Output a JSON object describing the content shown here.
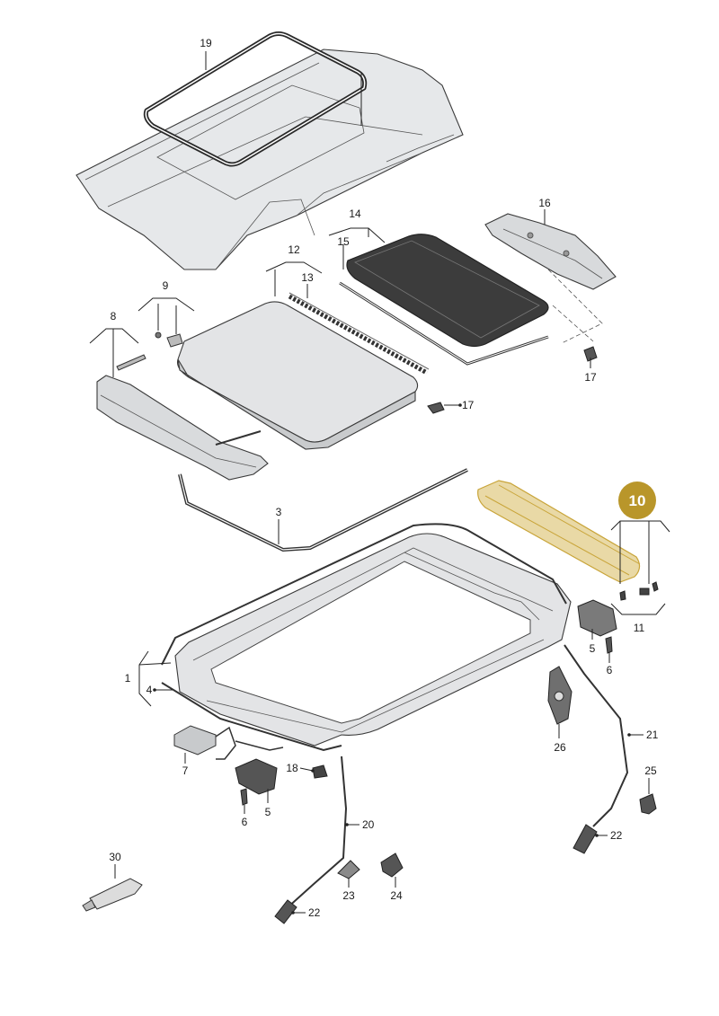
{
  "labels": {
    "p1": "1",
    "p3": "3",
    "p4": "4",
    "p5a": "5",
    "p5b": "5",
    "p6a": "6",
    "p6b": "6",
    "p7": "7",
    "p8": "8",
    "p9": "9",
    "p10": "10",
    "p11": "11",
    "p12": "12",
    "p13": "13",
    "p14": "14",
    "p15": "15",
    "p16": "16",
    "p17a": "17",
    "p17b": "17",
    "p18": "18",
    "p19": "19",
    "p20": "20",
    "p21": "21",
    "p22a": "22",
    "p22b": "22",
    "p23": "23",
    "p24": "24",
    "p25": "25",
    "p26": "26",
    "p30": "30"
  },
  "colors": {
    "highlight_badge": "#b9962a",
    "highlight_part": "#e9d9a6",
    "highlight_outline": "#c9a53a",
    "glass": "#3c3c3c",
    "roof": "#e6e8ea",
    "part_fill": "#e3e4e6"
  },
  "highlighted_part": "10"
}
